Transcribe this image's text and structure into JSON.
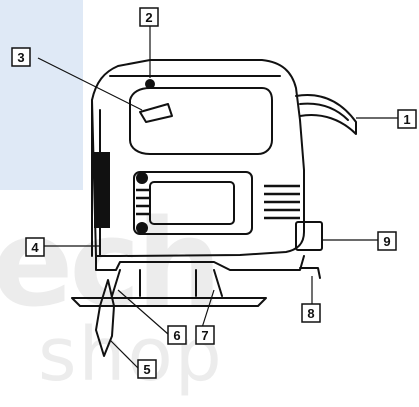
{
  "watermark": {
    "main": "ech",
    "sub": "shop",
    "color": "#dfe9f6"
  },
  "callouts": [
    {
      "id": "1",
      "label": "1"
    },
    {
      "id": "2",
      "label": "2"
    },
    {
      "id": "3",
      "label": "3"
    },
    {
      "id": "4",
      "label": "4"
    },
    {
      "id": "5",
      "label": "5"
    },
    {
      "id": "6",
      "label": "6"
    },
    {
      "id": "7",
      "label": "7"
    },
    {
      "id": "8",
      "label": "8"
    },
    {
      "id": "9",
      "label": "9"
    }
  ]
}
